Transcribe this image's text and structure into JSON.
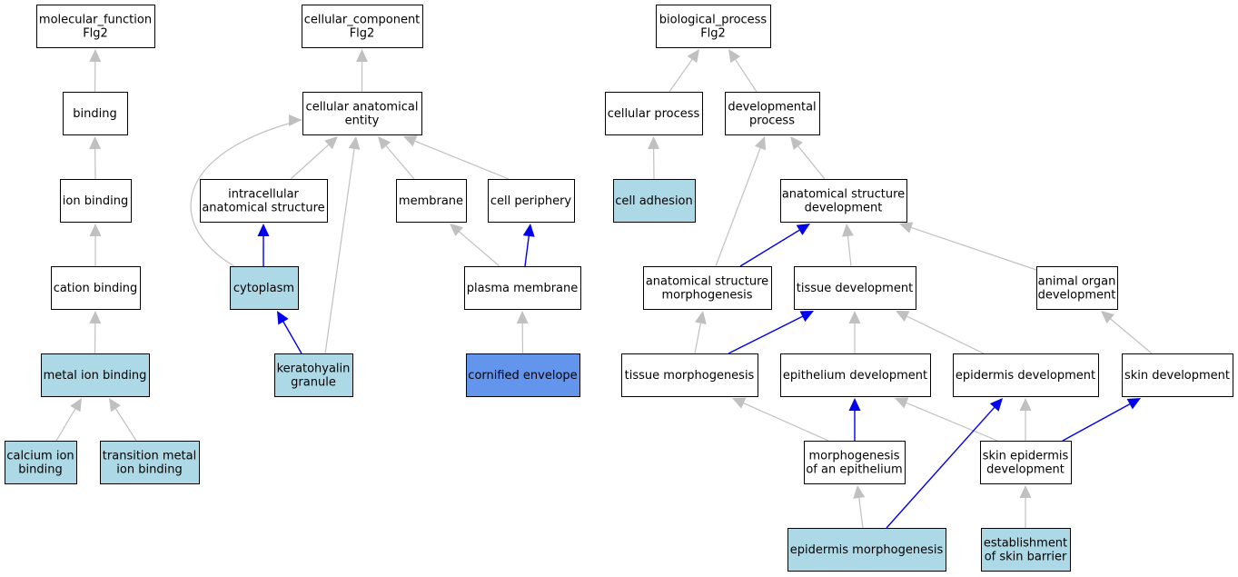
{
  "colors": {
    "default_fill": "#ffffff",
    "annotated_fill": "#add8e6",
    "query_fill": "#6495ed",
    "is_a_edge": "#c0c0c0",
    "part_of_edge": "#0000ee"
  },
  "nodes": {
    "mf_root": {
      "lines": [
        "molecular_function",
        "Flg2"
      ],
      "style": "default"
    },
    "binding": {
      "lines": [
        "binding"
      ],
      "style": "default"
    },
    "ion_binding": {
      "lines": [
        "ion binding"
      ],
      "style": "default"
    },
    "cation_binding": {
      "lines": [
        "cation binding"
      ],
      "style": "default"
    },
    "metal_ion_binding": {
      "lines": [
        "metal ion binding"
      ],
      "style": "annotated"
    },
    "calcium_ion_binding": {
      "lines": [
        "calcium ion",
        "binding"
      ],
      "style": "annotated"
    },
    "transition_metal": {
      "lines": [
        "transition metal",
        "ion binding"
      ],
      "style": "annotated"
    },
    "cc_root": {
      "lines": [
        "cellular_component",
        "Flg2"
      ],
      "style": "default"
    },
    "cae": {
      "lines": [
        "cellular anatomical",
        "entity"
      ],
      "style": "default"
    },
    "ias": {
      "lines": [
        "intracellular",
        "anatomical structure"
      ],
      "style": "default"
    },
    "membrane": {
      "lines": [
        "membrane"
      ],
      "style": "default"
    },
    "cell_periphery": {
      "lines": [
        "cell periphery"
      ],
      "style": "default"
    },
    "cytoplasm": {
      "lines": [
        "cytoplasm"
      ],
      "style": "annotated"
    },
    "plasma_membrane": {
      "lines": [
        "plasma membrane"
      ],
      "style": "default"
    },
    "keratohyalin": {
      "lines": [
        "keratohyalin",
        "granule"
      ],
      "style": "annotated"
    },
    "cornified": {
      "lines": [
        "cornified envelope"
      ],
      "style": "query"
    },
    "bp_root": {
      "lines": [
        "biological_process",
        "Flg2"
      ],
      "style": "default"
    },
    "cellular_process": {
      "lines": [
        "cellular process"
      ],
      "style": "default"
    },
    "developmental_process": {
      "lines": [
        "developmental",
        "process"
      ],
      "style": "default"
    },
    "cell_adhesion": {
      "lines": [
        "cell adhesion"
      ],
      "style": "annotated"
    },
    "asd": {
      "lines": [
        "anatomical structure",
        "development"
      ],
      "style": "default"
    },
    "asm": {
      "lines": [
        "anatomical structure",
        "morphogenesis"
      ],
      "style": "default"
    },
    "tissue_dev": {
      "lines": [
        "tissue development"
      ],
      "style": "default"
    },
    "animal_organ": {
      "lines": [
        "animal organ",
        "development"
      ],
      "style": "default"
    },
    "tissue_morph": {
      "lines": [
        "tissue morphogenesis"
      ],
      "style": "default"
    },
    "epithelium_dev": {
      "lines": [
        "epithelium development"
      ],
      "style": "default"
    },
    "epidermis_dev": {
      "lines": [
        "epidermis development"
      ],
      "style": "default"
    },
    "skin_dev": {
      "lines": [
        "skin development"
      ],
      "style": "default"
    },
    "morph_epithelium": {
      "lines": [
        "morphogenesis",
        "of an epithelium"
      ],
      "style": "default"
    },
    "skin_epidermis_dev": {
      "lines": [
        "skin epidermis",
        "development"
      ],
      "style": "default"
    },
    "epidermis_morph": {
      "lines": [
        "epidermis morphogenesis"
      ],
      "style": "annotated"
    },
    "skin_barrier": {
      "lines": [
        "establishment",
        "of skin barrier"
      ],
      "style": "annotated"
    }
  },
  "edges": [
    {
      "from": "binding",
      "to": "mf_root",
      "type": "is_a"
    },
    {
      "from": "ion_binding",
      "to": "binding",
      "type": "is_a"
    },
    {
      "from": "cation_binding",
      "to": "ion_binding",
      "type": "is_a"
    },
    {
      "from": "metal_ion_binding",
      "to": "cation_binding",
      "type": "is_a"
    },
    {
      "from": "calcium_ion_binding",
      "to": "metal_ion_binding",
      "type": "is_a"
    },
    {
      "from": "transition_metal",
      "to": "metal_ion_binding",
      "type": "is_a"
    },
    {
      "from": "cae",
      "to": "cc_root",
      "type": "is_a"
    },
    {
      "from": "ias",
      "to": "cae",
      "type": "is_a"
    },
    {
      "from": "membrane",
      "to": "cae",
      "type": "is_a"
    },
    {
      "from": "cell_periphery",
      "to": "cae",
      "type": "is_a"
    },
    {
      "from": "cytoplasm",
      "to": "cae",
      "type": "is_a"
    },
    {
      "from": "keratohyalin",
      "to": "cae",
      "type": "is_a"
    },
    {
      "from": "cytoplasm",
      "to": "ias",
      "type": "part_of"
    },
    {
      "from": "keratohyalin",
      "to": "cytoplasm",
      "type": "part_of"
    },
    {
      "from": "plasma_membrane",
      "to": "membrane",
      "type": "is_a"
    },
    {
      "from": "plasma_membrane",
      "to": "cell_periphery",
      "type": "part_of"
    },
    {
      "from": "cornified",
      "to": "plasma_membrane",
      "type": "is_a"
    },
    {
      "from": "cellular_process",
      "to": "bp_root",
      "type": "is_a"
    },
    {
      "from": "developmental_process",
      "to": "bp_root",
      "type": "is_a"
    },
    {
      "from": "cell_adhesion",
      "to": "cellular_process",
      "type": "is_a"
    },
    {
      "from": "asd",
      "to": "developmental_process",
      "type": "is_a"
    },
    {
      "from": "asm",
      "to": "developmental_process",
      "type": "is_a"
    },
    {
      "from": "asm",
      "to": "asd",
      "type": "part_of"
    },
    {
      "from": "tissue_dev",
      "to": "asd",
      "type": "is_a"
    },
    {
      "from": "animal_organ",
      "to": "asd",
      "type": "is_a"
    },
    {
      "from": "tissue_morph",
      "to": "asm",
      "type": "is_a"
    },
    {
      "from": "tissue_morph",
      "to": "tissue_dev",
      "type": "part_of"
    },
    {
      "from": "epithelium_dev",
      "to": "tissue_dev",
      "type": "is_a"
    },
    {
      "from": "epidermis_dev",
      "to": "tissue_dev",
      "type": "is_a"
    },
    {
      "from": "skin_dev",
      "to": "animal_organ",
      "type": "is_a"
    },
    {
      "from": "morph_epithelium",
      "to": "tissue_morph",
      "type": "is_a"
    },
    {
      "from": "morph_epithelium",
      "to": "epithelium_dev",
      "type": "part_of"
    },
    {
      "from": "skin_epidermis_dev",
      "to": "epithelium_dev",
      "type": "is_a"
    },
    {
      "from": "skin_epidermis_dev",
      "to": "epidermis_dev",
      "type": "is_a"
    },
    {
      "from": "skin_epidermis_dev",
      "to": "skin_dev",
      "type": "part_of"
    },
    {
      "from": "epidermis_morph",
      "to": "morph_epithelium",
      "type": "is_a"
    },
    {
      "from": "epidermis_morph",
      "to": "epidermis_dev",
      "type": "part_of"
    },
    {
      "from": "skin_barrier",
      "to": "skin_epidermis_dev",
      "type": "is_a"
    }
  ]
}
